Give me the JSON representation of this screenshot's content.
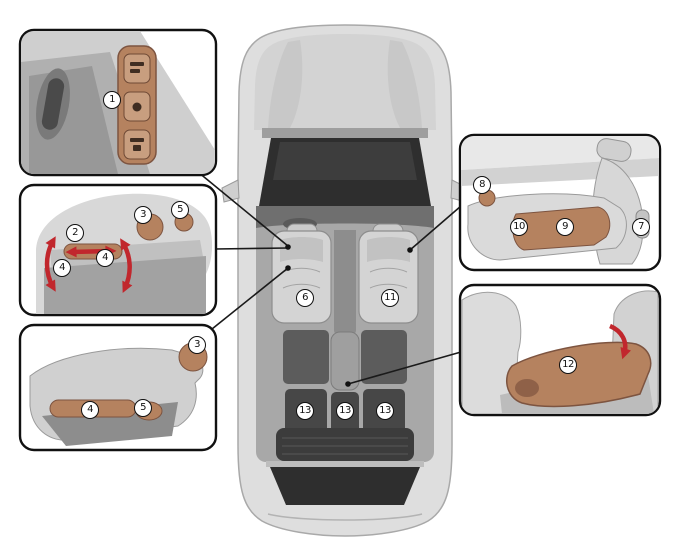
{
  "figure": {
    "description": "Owner's manual illustration: car top view with numbered callout boxes for seat adjustment controls",
    "background": "#ffffff"
  },
  "colors": {
    "callout_border": "#111111",
    "car_body": "#dedede",
    "glass": "#2e2e2e",
    "interior_floor": "#a8a8a8",
    "control_tan": "#b5825f",
    "control_tan_dark": "#7d5440",
    "arrow_red": "#c1272d",
    "badge_bg": "#ffffff",
    "badge_border": "#111111"
  },
  "callout_boxes": [
    {
      "id": "door-memory-controls",
      "numbers": [
        "1"
      ]
    },
    {
      "id": "power-seat-switches",
      "numbers": [
        "2",
        "3",
        "4",
        "4",
        "5"
      ]
    },
    {
      "id": "manual-seat-levers",
      "numbers": [
        "3",
        "4",
        "5"
      ]
    },
    {
      "id": "front-seat-side-view",
      "numbers": [
        "8",
        "10",
        "9",
        "7"
      ]
    },
    {
      "id": "center-console-armrest",
      "numbers": [
        "12"
      ]
    }
  ],
  "car_labels": [
    "6",
    "11",
    "13",
    "13",
    "13"
  ],
  "badges": [
    {
      "id": "badge-1",
      "label": "1"
    },
    {
      "id": "badge-2",
      "label": "2"
    },
    {
      "id": "badge-3-power",
      "label": "3"
    },
    {
      "id": "badge-4-front",
      "label": "4"
    },
    {
      "id": "badge-4-rear",
      "label": "4"
    },
    {
      "id": "badge-5-power",
      "label": "5"
    },
    {
      "id": "badge-3-manual",
      "label": "3"
    },
    {
      "id": "badge-4-manual",
      "label": "4"
    },
    {
      "id": "badge-5-manual",
      "label": "5"
    },
    {
      "id": "badge-8",
      "label": "8"
    },
    {
      "id": "badge-10",
      "label": "10"
    },
    {
      "id": "badge-9",
      "label": "9"
    },
    {
      "id": "badge-7",
      "label": "7"
    },
    {
      "id": "badge-12",
      "label": "12"
    },
    {
      "id": "badge-6",
      "label": "6"
    },
    {
      "id": "badge-11",
      "label": "11"
    },
    {
      "id": "badge-13-left",
      "label": "13"
    },
    {
      "id": "badge-13-center",
      "label": "13"
    },
    {
      "id": "badge-13-right",
      "label": "13"
    }
  ]
}
